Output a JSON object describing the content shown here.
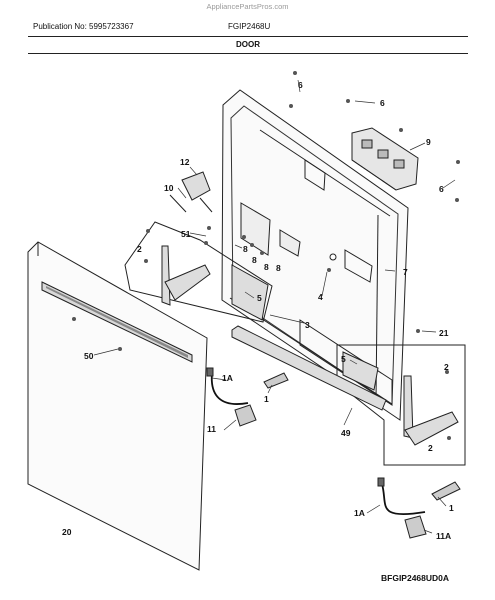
{
  "header": {
    "watermark": "AppliancePartsPros.com",
    "publication": "Publication No: 5995723367",
    "model": "FGIP2468U",
    "section": "DOOR"
  },
  "footer": {
    "diagram_code": "BFGIP2468UD0A"
  },
  "callouts": {
    "c6a": "6",
    "c6b": "6",
    "c6c": "6",
    "c9": "9",
    "c12": "12",
    "c10": "10",
    "c51": "51",
    "c2a": "2",
    "c8a": "8",
    "c8b": "8",
    "c8c": "8",
    "c8d": "8",
    "c7": "7",
    "c4": "4",
    "c5a": "5",
    "c3": "3",
    "c21": "21",
    "c50": "50",
    "c20": "20",
    "c1Aa": "1A",
    "c1a": "1",
    "c11": "11",
    "c49": "49",
    "c5b": "5",
    "c2b": "2",
    "c2c": "2",
    "c1Ab": "1A",
    "c1b": "1",
    "c11A": "11A"
  },
  "colors": {
    "line": "#222222",
    "frame": "#333333"
  }
}
